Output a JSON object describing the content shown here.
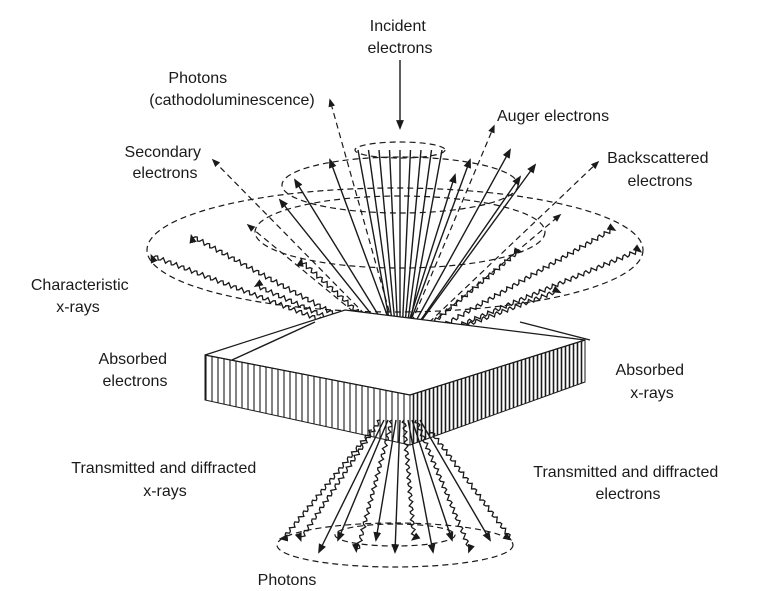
{
  "labels": {
    "incident": [
      "Incident",
      "electrons"
    ],
    "photons_cl": [
      "Photons",
      "(cathodoluminescence)"
    ],
    "auger": [
      "Auger electrons"
    ],
    "secondary": [
      "Secondary",
      "electrons"
    ],
    "backscattered": [
      "Backscattered",
      "electrons"
    ],
    "characteristic": [
      "Characteristic",
      "x-rays"
    ],
    "absorbed_electrons": [
      "Absorbed",
      "electrons"
    ],
    "absorbed_xrays": [
      "Absorbed",
      "x-rays"
    ],
    "transmitted_xrays": [
      "Transmitted and diffracted",
      "x-rays"
    ],
    "transmitted_electrons": [
      "Transmitted and diffracted",
      "electrons"
    ],
    "photons_bottom": [
      "Photons"
    ]
  }
}
